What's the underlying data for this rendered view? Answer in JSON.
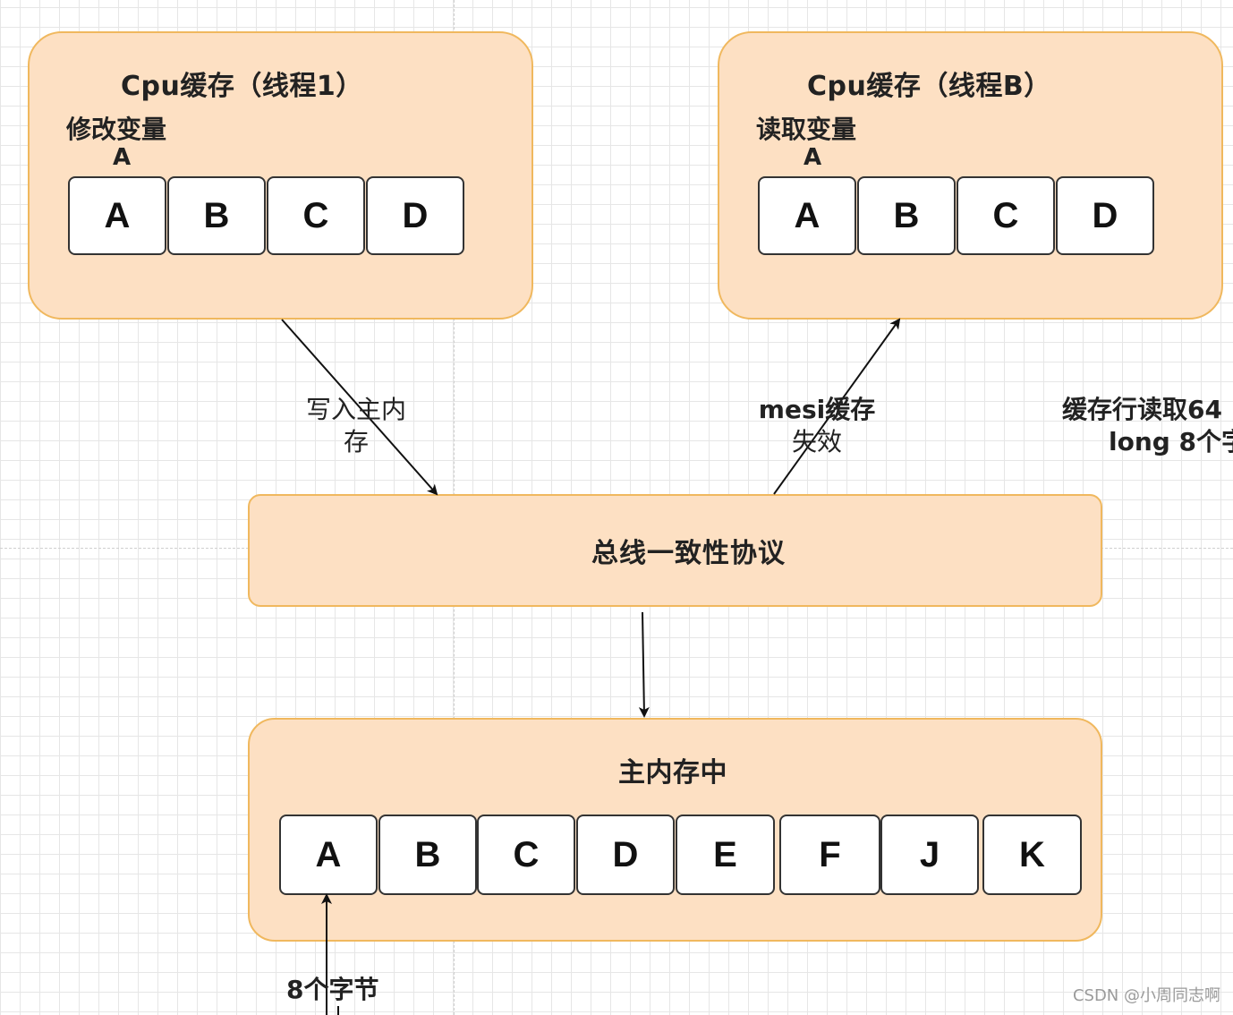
{
  "cache_left": {
    "title": "Cpu缓存（线程1）",
    "operation": "修改变量",
    "marker": "A",
    "cells": [
      "A",
      "B",
      "C",
      "D"
    ]
  },
  "cache_right": {
    "title": "Cpu缓存（线程B）",
    "operation": "读取变量",
    "marker": "A",
    "cells": [
      "A",
      "B",
      "C",
      "D"
    ]
  },
  "bus": {
    "label": "总线一致性协议"
  },
  "memory": {
    "title": "主内存中",
    "cells": [
      "A",
      "B",
      "C",
      "D",
      "E",
      "F",
      "J",
      "K"
    ]
  },
  "edges": {
    "write_label_line1": "写入主内",
    "write_label_line2": "存",
    "invalidate_label_line1": "mesi缓存",
    "invalidate_label_line2": "失效",
    "bytes_label": "8个字节"
  },
  "side_note": {
    "line1": "缓存行读取64",
    "line2": "long 8个字"
  },
  "colors": {
    "box_fill": "#fde0c3",
    "box_border": "#f0b85e",
    "cell_border": "#333333"
  },
  "watermark": "CSDN @小周同志啊"
}
